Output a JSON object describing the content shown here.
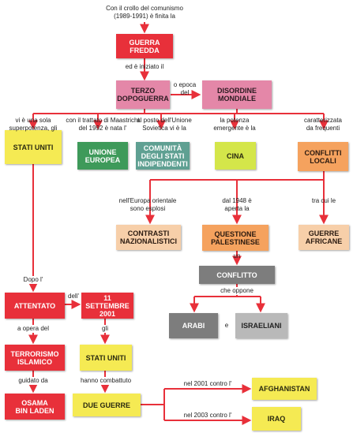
{
  "boxes": {
    "guerra_fredda": "GUERRA\nFREDDA",
    "terzo_dopoguerra": "TERZO\nDOPOGUERRA",
    "disordine_mondiale": "DISORDINE\nMONDIALE",
    "stati_uniti": "STATI UNITI",
    "unione_europea": "UNIONE\nEUROPEA",
    "comunita_stati": "COMUNITÀ\nDEGLI STATI\nINDIPENDENTI",
    "cina": "CINA",
    "conflitti_locali": "CONFLITTI\nLOCALI",
    "contrasti_nazionalistici": "CONTRASTI\nNAZIONALISTICI",
    "questione_palestinese": "QUESTIONE\nPALESTINESE",
    "guerre_africane": "GUERRE\nAFRICANE",
    "conflitto": "CONFLITTO",
    "arabi": "ARABI",
    "israeliani": "ISRAELIANI",
    "attentato": "ATTENTATO",
    "settembre": "11 SETTEMBRE\n2001",
    "terrorismo": "TERRORISMO\nISLAMICO",
    "stati_uniti_2": "STATI UNITI",
    "osama": "OSAMA\nBIN LADEN",
    "due_guerre": "DUE GUERRE",
    "afghanistan": "AFGHANISTAN",
    "iraq": "IRAQ"
  },
  "labels": {
    "crollo": "Con il crollo del comunismo\n(1989-1991) è finita la",
    "iniziato": "ed è iniziato il",
    "epoca": "o epoca\ndel",
    "sola": "vi è una sola\nsuperpotenza, gli",
    "maastricht": "con il trattato di Maastricht\ndel 1992 è nata l'",
    "posto": "al posto dell'Unione\nSovietica vi è la",
    "potenza": "la potenza\nemergente è la",
    "caratterizzata": "caratterizzata\nda frequenti",
    "europa": "nell'Europa orientale\nsono esplosi",
    "dal1948": "dal 1948 è\naperta la",
    "tracui": "tra cui le",
    "un": "un",
    "oppone": "che oppone",
    "e": "e",
    "dopo": "Dopo l'",
    "dell": "dell'",
    "operadel": "a opera del",
    "gli": "gli",
    "guidato": "guidato da",
    "combattuto": "hanno combattuto",
    "nel2001": "nel 2001 contro l'",
    "nel2003": "nel 2003 contro l'"
  },
  "colors": {
    "connector": "#e8303a",
    "red": "#e8303a",
    "pink": "#e487a8",
    "yellow": "#f5ea53",
    "green": "#3e9a5a"
  }
}
